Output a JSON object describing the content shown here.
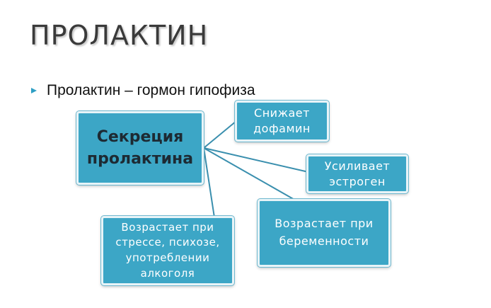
{
  "slide": {
    "title": "ПРОЛАКТИН",
    "bullet": "Пролактин – гормон гипофиза"
  },
  "diagram": {
    "central": "Секреция\nпролактина",
    "nodes": {
      "dopamine": "Снижает\nдофамин",
      "estrogen": "Усиливает\nэстроген",
      "pregnancy": "Возрастает при\nбеременности",
      "stress": "Возрастает при\nстрессе, психозе,\nупотреблении\nалкоголя"
    }
  },
  "colors": {
    "box_fill": "#3ca6c6",
    "connector": "#3a8fae",
    "title_text": "#3a3a3a",
    "bullet_marker": "#2f9fc4"
  }
}
